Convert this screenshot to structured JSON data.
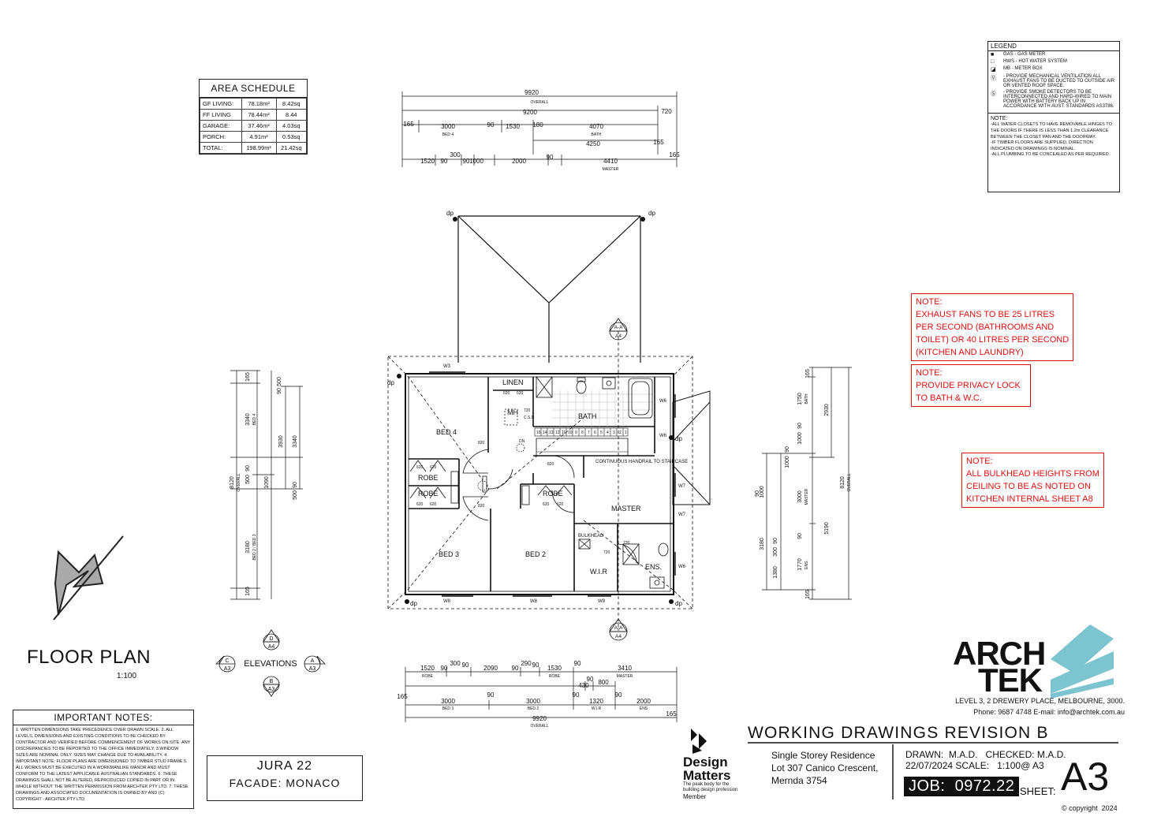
{
  "area_schedule": {
    "title": "AREA SCHEDULE",
    "rows": [
      {
        "name": "GF LIVING:",
        "area": "78.18m²",
        "sq": "8.42sq"
      },
      {
        "name": "FF LIVING",
        "area": "78.44m²",
        "sq": "8.44"
      },
      {
        "name": "GARAGE:",
        "area": "37.46m²",
        "sq": "4.03sq"
      },
      {
        "name": "PORCH:",
        "area": "4.91m²",
        "sq": "0.53sq"
      },
      {
        "name": "TOTAL:",
        "area": "198.99m²",
        "sq": "21.42sq"
      }
    ]
  },
  "legend": {
    "title": "LEGEND",
    "items": [
      {
        "symbol": "■",
        "text": "GAS - GAS METER"
      },
      {
        "symbol": "□",
        "text": "HWS - HOT WATER SYSTEM"
      },
      {
        "symbol": "◪",
        "text": "MB - METER BOX"
      },
      {
        "symbol": "Ⓥ",
        "text": "- PROVIDE MECHANICAL VENTILATION ALL EXHAUST FANS TO BE DUCTED TO OUTSIDE AIR OR VENTED ROOF SPACE."
      },
      {
        "symbol": "Ⓢ",
        "text": "- PROVIDE SMOKE DETECTORS TO BE INTERCONNECTED AND HARD-WIRED TO MAIN POWER WITH BATTERY BACK UP IN ACCORDANCE WITH AUST. STANDARDS AS3786."
      }
    ],
    "note_title": "NOTE:",
    "notes": [
      "-ALL WATER CLOSETS TO HAVE REMOVABLE HINGES TO THE DOORS IF THERE IS LESS THAN 1.2m CLEARANCE BETWEEN THE CLOSET PAN AND THE DOORWAY.",
      "-IF TIMBER FLOORS ARE SUPPLIED, DIRECTION INDICATED ON DRAWINGS IS NOMINAL.",
      "-ALL PLUMBING TO BE CONCEALED AS PER REQUIRED."
    ]
  },
  "red_notes": [
    {
      "lines": [
        "NOTE:",
        "EXHAUST FANS TO BE 25 LITRES",
        "PER SECOND (BATHROOMS AND",
        "TOILET) OR 40 LITRES PER SECOND",
        "(KITCHEN AND LAUNDRY)"
      ]
    },
    {
      "lines": [
        "NOTE:",
        "PROVIDE PRIVACY LOCK",
        "TO BATH & W.C."
      ]
    },
    {
      "lines": [
        "NOTE:",
        "ALL BULKHEAD HEIGHTS FROM",
        "CEILING TO BE AS NOTED ON",
        "KITCHEN INTERNAL SHEET A8"
      ]
    }
  ],
  "plan": {
    "rooms": {
      "bed4": "BED 4",
      "bed3": "BED 3",
      "bed2": "BED 2",
      "bath": "BATH",
      "master": "MASTER",
      "wir": "W.I.R",
      "ens": "ENS.",
      "linen": "LINEN",
      "robe1": "ROBE",
      "robe2": "ROBE",
      "robe3": "ROBE",
      "mh": "MH",
      "csd": "C.S.D",
      "csd_dim": "720",
      "bulkhead": "BULKHEAD",
      "stair_note": "CONTINUOUS HANDRAIL TO STAIRCASE",
      "dn": "DN"
    },
    "stair_numbers": [
      "15",
      "14",
      "13",
      "12",
      "11",
      "10",
      "9",
      "8",
      "7",
      "6",
      "5",
      "4",
      "3",
      "2",
      "1"
    ],
    "windows": {
      "w3": "W3",
      "w6a": "W6",
      "w6b": "W6",
      "w6c": "W6",
      "w7a": "W7",
      "w7b": "W7",
      "w8a": "W8",
      "w8b": "W8",
      "w9": "W9"
    },
    "dp": "dp",
    "door_dims": [
      "620",
      "620",
      "720",
      "820",
      "620",
      "620",
      "620",
      "620",
      "820",
      "620",
      "620",
      "820",
      "720"
    ],
    "section_a": "A-A",
    "section_sheet": "A4"
  },
  "dims_top": {
    "overall_a": "9920",
    "overall_label": "OVERALL",
    "d9200": "9200",
    "d720": "720",
    "d165a": "165",
    "d3000": "3000",
    "bed4": "BED 4",
    "d90": "90",
    "d1530": "1530",
    "d180": "180",
    "d4070": "4070",
    "bath": "BATH",
    "d165b": "165",
    "d4250": "4250",
    "d1520": "1520",
    "d90b": "90",
    "d300": "300",
    "d90c": "90",
    "d1000": "1000",
    "d2000": "2000",
    "d90d": "90",
    "d4410": "4410",
    "master": "MASTER",
    "d165c": "165"
  },
  "dims_bottom": {
    "d1520": "1520",
    "robe": "ROBE",
    "d90a": "90",
    "d300": "300",
    "d90b": "90",
    "d2090": "2090",
    "d90c": "90",
    "d290": "290",
    "d90d": "90",
    "d1530": "1530",
    "robe2": "ROBE",
    "d90e": "90",
    "d3410": "3410",
    "master": "MASTER",
    "d430": "430",
    "d90f": "90",
    "d800": "800",
    "d165a": "165",
    "d3000a": "3000",
    "bed3": "BED 3",
    "d90g": "90",
    "d3000b": "3000",
    "bed2": "BED 2",
    "d90h": "90",
    "d1320": "1320",
    "wir": "W.I.R",
    "d90i": "90",
    "d2000": "2000",
    "ens": "ENS",
    "d9920": "9920",
    "overall": "OVERALL",
    "d165b": "165"
  },
  "dims_left": {
    "d165a": "165",
    "d3340a": "3340",
    "bed4": "BED 4",
    "d90a": "90",
    "d500a": "500",
    "d3930": "3930",
    "d3340b": "3340",
    "d8120": "8120",
    "overall": "OVERALL",
    "d90b": "90",
    "d500b": "500",
    "d1090": "1090",
    "d90c": "90",
    "d500c": "500",
    "d3180": "3180",
    "bed23": "BED 2 / BED 3",
    "d165b": "165"
  },
  "dims_right": {
    "d165a": "165",
    "d1750": "1750",
    "bath": "BATH",
    "d90a": "90",
    "d1000a": "1000",
    "d2930": "2930",
    "d90b": "90",
    "d1000b": "1000",
    "d90c": "90",
    "d1000c": "1000",
    "d3000": "3000",
    "master": "MASTER",
    "d8120": "8120",
    "overall": "OVERALL",
    "d90d": "90",
    "d5190": "5190",
    "d3180": "3180",
    "d90e": "90",
    "d300": "300",
    "d1770": "1770",
    "ens": "ENS.",
    "d1380": "1380",
    "d165b": "165"
  },
  "elevations": {
    "label": "ELEVATIONS",
    "d": "D",
    "a": "A",
    "b": "B",
    "c": "C",
    "sheet": "A4",
    "sheet_c": "A3",
    "sheet_a": "A3",
    "sheet_b": "A3"
  },
  "floor_plan": {
    "title": "FLOOR PLAN",
    "scale": "1:100"
  },
  "important": {
    "title": "IMPORTANT NOTES:",
    "text": "1. WRITTEN DIMENSIONS TAKE PRECEDENCE OVER DRAWN SCALE. 2. ALL LEVELS, DIMENSIONS AND EXISTING CONDITIONS TO BE CHECKED BY CONTRACTOR AND VERIFIED BEFORE COMMENCEMENT OF WORKS ON SITE. ANY DISCREPANCIES TO BE REPORTED TO THE OFFICE IMMEDIATELY. 3.WINDOW SIZES ARE NOMINAL ONLY. SIZES MAY CHANGE DUE TO AVAILABILITY. 4. IMPORTANT NOTE: FLOOR PLANS ARE DIMENSIONED TO TIMBER STUD FRAME 5. ALL WORKS MUST BE EXECUTED IN A WORKMANLIKE MANOR AND MUST CONFORM TO THE LATEST APPLICABLE AUSTRALIAN STANDARDS. 6. THESE DRAWINGS SHALL NOT BE ALTERED, REPRODUCED COPIED IN PART OR IN WHOLE WITHOUT THE WRITTEN PERMISSION FROM ARCHTEK PTY LTD. 7. THESE DRAWINGS AND ASSOCIATED DOCUMENTATION IS OWNED BY AND (C) COPYRIGHT - ARCHTEK PTY LTD"
  },
  "house": {
    "name": "JURA 22",
    "facade": "FACADE: MONACO"
  },
  "title_block": {
    "heading": "WORKING DRAWINGS REVISION B",
    "project_lines": [
      "Single Storey Residence",
      "Lot 307 Canico Crescent,",
      "Mernda 3754"
    ],
    "drawn": "DRAWN:  M.A.D.   CHECKED: M.A.D.",
    "date_scale": "22/07/2024 SCALE:   1:100@ A3",
    "job": "JOB:  0972.22",
    "sheet_label": "SHEET:",
    "sheet": "A3",
    "copyright": "© copyright  2024"
  },
  "archtek": {
    "line1": "ARCH",
    "line2": "TEK",
    "address": "LEVEL 3, 2 DREWERY PLACE, MELBOURNE, 3000.",
    "contact": "Phone: 9687 4748 E-mail: info@archtek.com.au",
    "accent": "#7cc4cf"
  },
  "design_matters": {
    "line1": "Design",
    "line2": "Matters",
    "tag": "The peak body for the building design profession",
    "member": "Member"
  }
}
